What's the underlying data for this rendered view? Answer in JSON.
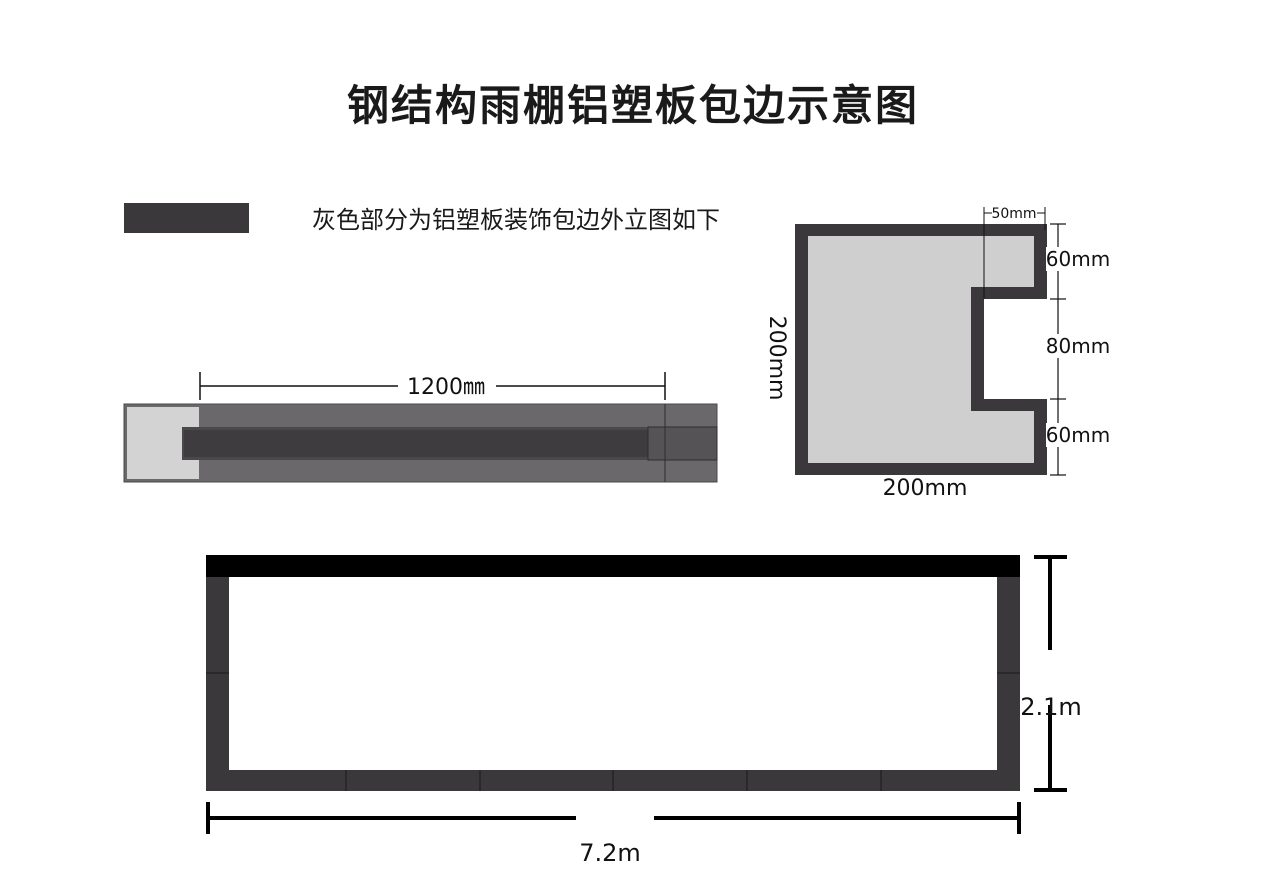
{
  "title": "钢结构雨棚铝塑板包边示意图",
  "legend": {
    "text": "灰色部分为铝塑板装饰包边外立图如下",
    "swatch_color": "#3a383a"
  },
  "side_view": {
    "length_label": "1200㎜"
  },
  "section": {
    "top_width_label": "50mm",
    "height_label": "200mm",
    "width_label": "200mm",
    "segments": [
      "60mm",
      "80mm",
      "60mm"
    ]
  },
  "elevation": {
    "width_label": "7.2m",
    "height_label": "2.1m"
  },
  "colors": {
    "frame": "#3a383a",
    "infill": "#cfcfcf",
    "beam": "#000000"
  }
}
